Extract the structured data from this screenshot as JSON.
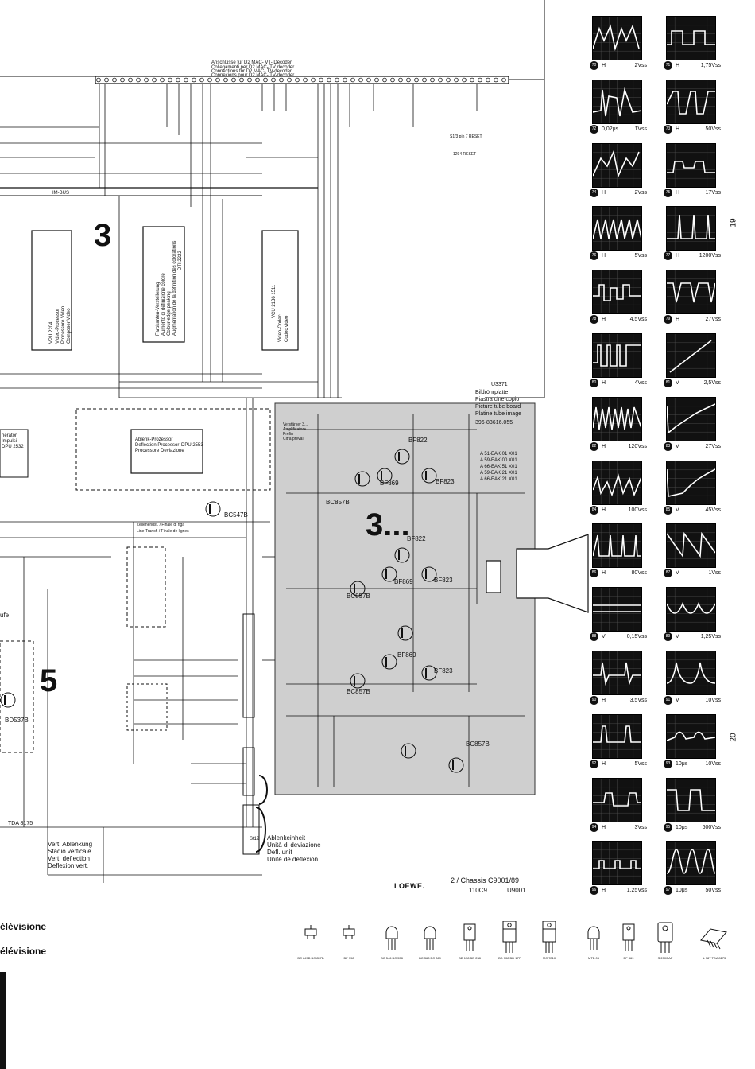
{
  "page_numbers": {
    "top": "19",
    "bottom": "20"
  },
  "connector_header": {
    "lines": [
      "Anschlüsse für D2 MAC- VT- Decoder",
      "Collegamenti per D2 MAC- TV decoder",
      "Connections for D2 MAC- TV-decoder",
      "Connexions pour D2 MAC- TV-decoder"
    ]
  },
  "bus_label": "IM-BUS",
  "section_numbers": {
    "ic_area": "3",
    "board_area": "3...",
    "deflection_area": "5"
  },
  "chips": {
    "video_processor": {
      "part": "VPU 2204",
      "lines": [
        "Video-Processor",
        "Processore Video",
        "Composer Video"
      ]
    },
    "colour_decoder": {
      "part": "DTI 2222",
      "lines": [
        "Farbkanten-Versteilerung",
        "Aumento di definizione colore",
        "Colour-edge peaking",
        "Augmentation de la definition des colorations"
      ]
    },
    "video_codec": {
      "part": "VCU 2136 1511",
      "lines": [
        "Video-Codec",
        "Codec video"
      ]
    },
    "deflection_processor": {
      "part": "DPU 2553",
      "lines": [
        "Ablenk-Prozessor",
        "Deflection Processor",
        "Processore Deviazione"
      ]
    },
    "generator": {
      "part": "DPU 2532",
      "lines": [
        "nerator",
        "Impulsi"
      ]
    }
  },
  "transistors": [
    "BF822",
    "BF869",
    "BF823",
    "BC857B",
    "BC547B",
    "BD537B",
    "TDA 8175"
  ],
  "picture_tube_board": {
    "code": "U3371",
    "lines": [
      "Bildröhrplatte",
      "Piastra cine copio",
      "Picture tube board",
      "Platine tube image"
    ],
    "part_number": "396-83616.055",
    "variants": [
      "A 51-EAK 01 X01",
      "A 59-EAK 00 X01",
      "A 66-EAK 51 X01",
      "A 59-EAK 21 X01",
      "A 66-EAK 21 X01"
    ],
    "amp_labels": [
      "Verstärker 3...",
      "Amplificatore",
      "Préfin",
      "Citra preval"
    ]
  },
  "deflection_unit": {
    "connector": "St19",
    "lines": [
      "Ablenkeinheit",
      "Unità di deviazione",
      "Defl. unit",
      "Unité de deflexion"
    ]
  },
  "vert_deflection": {
    "lines": [
      "Vert. Ablenkung",
      "Stadio verticale",
      "Vert. deflection",
      "Deflexion vert."
    ]
  },
  "left_cut_labels": [
    "élévisione",
    "élévisione",
    "ufe"
  ],
  "footer": {
    "brand": "LOEWE.",
    "chassis": "2 / Chassis C9001/89",
    "codes": [
      "110C9",
      "U9001"
    ]
  },
  "reset_labels": [
    "S1/3 pin 7 RESET",
    "1294 RESET"
  ],
  "line_labels": [
    "Zeilenendst. / Finale di riga",
    "Line-Transf. / Finale de lignes"
  ],
  "scope_captions": [
    {
      "num": "70",
      "mode": "H",
      "value": "2Vss"
    },
    {
      "num": "71",
      "mode": "H",
      "value": "1,75Vss"
    },
    {
      "num": "72",
      "mode": "0,02μs",
      "value": "1Vss"
    },
    {
      "num": "73",
      "mode": "H",
      "value": "50Vss"
    },
    {
      "num": "74",
      "mode": "H",
      "value": "2Vss"
    },
    {
      "num": "75",
      "mode": "H",
      "value": "17Vss"
    },
    {
      "num": "76",
      "mode": "H",
      "value": "5Vss"
    },
    {
      "num": "77",
      "mode": "H",
      "value": "1200Vss"
    },
    {
      "num": "78",
      "mode": "H",
      "value": "4,5Vss"
    },
    {
      "num": "79",
      "mode": "H",
      "value": "27Vss"
    },
    {
      "num": "80",
      "mode": "H",
      "value": "4Vss"
    },
    {
      "num": "81",
      "mode": "V",
      "value": "2,5Vss"
    },
    {
      "num": "82",
      "mode": "H",
      "value": "120Vss"
    },
    {
      "num": "83",
      "mode": "V",
      "value": "27Vss"
    },
    {
      "num": "84",
      "mode": "H",
      "value": "100Vss"
    },
    {
      "num": "85",
      "mode": "V",
      "value": "45Vss"
    },
    {
      "num": "86",
      "mode": "H",
      "value": "80Vss"
    },
    {
      "num": "87",
      "mode": "V",
      "value": "1Vss"
    },
    {
      "num": "88",
      "mode": "V",
      "value": "0,15Vss"
    },
    {
      "num": "89",
      "mode": "V",
      "value": "1,25Vss"
    },
    {
      "num": "90",
      "mode": "H",
      "value": "3,5Vss"
    },
    {
      "num": "91",
      "mode": "V",
      "value": "10Vss"
    },
    {
      "num": "92",
      "mode": "H",
      "value": "5Vss"
    },
    {
      "num": "93",
      "mode": "10μs",
      "value": "10Vss"
    },
    {
      "num": "94",
      "mode": "H",
      "value": "3Vss"
    },
    {
      "num": "95",
      "mode": "10μs",
      "value": "600Vss"
    },
    {
      "num": "96",
      "mode": "H",
      "value": "1,25Vss"
    },
    {
      "num": "97",
      "mode": "10μs",
      "value": "50Vss"
    }
  ],
  "packages": [
    {
      "label": "BC 847B BC 857B",
      "shape": "sot23"
    },
    {
      "label": "BF 998",
      "shape": "sot23"
    },
    {
      "label": "BC 546 BC 558",
      "shape": "to92"
    },
    {
      "label": "BC 368 BC 369",
      "shape": "to92"
    },
    {
      "label": "BD 138 BD 238",
      "shape": "to126"
    },
    {
      "label": "BD 708 BD 177",
      "shape": "to220"
    },
    {
      "label": "MC 7810",
      "shape": "to220"
    },
    {
      "label": "MTB 05",
      "shape": "to92"
    },
    {
      "label": "BF 869",
      "shape": "to126"
    },
    {
      "label": "S 2000 AF",
      "shape": "to3p"
    },
    {
      "label": "L 387 TDA 8175",
      "shape": "multiwatt"
    }
  ],
  "colors": {
    "ink": "#111111",
    "board_shade": "#cfcfcf",
    "paper": "#ffffff"
  }
}
